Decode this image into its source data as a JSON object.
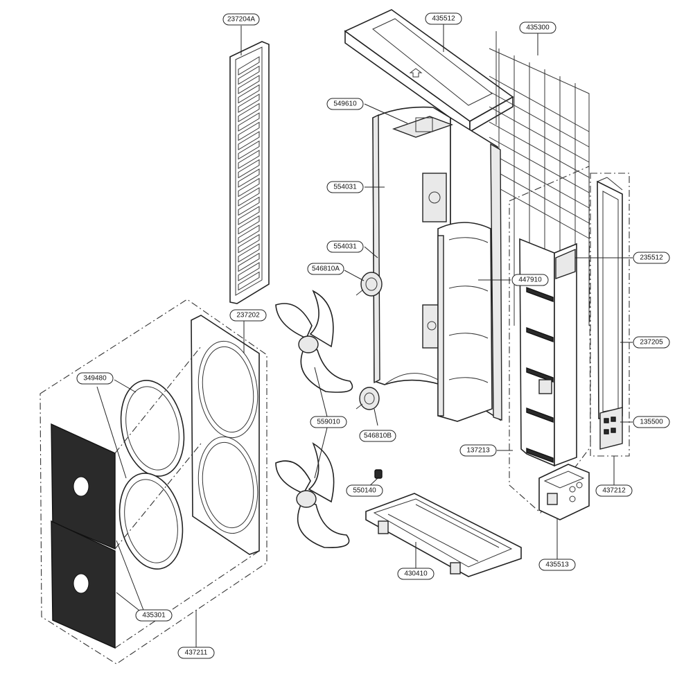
{
  "diagram": {
    "labels": [
      {
        "id": "237204A",
        "text": "237204A"
      },
      {
        "id": "435512",
        "text": "435512"
      },
      {
        "id": "435300",
        "text": "435300"
      },
      {
        "id": "549610",
        "text": "549610"
      },
      {
        "id": "554031a",
        "text": "554031"
      },
      {
        "id": "554031b",
        "text": "554031"
      },
      {
        "id": "546810A",
        "text": "546810A"
      },
      {
        "id": "447910",
        "text": "447910"
      },
      {
        "id": "235512",
        "text": "235512"
      },
      {
        "id": "237202",
        "text": "237202"
      },
      {
        "id": "237205",
        "text": "237205"
      },
      {
        "id": "349480",
        "text": "349480"
      },
      {
        "id": "135500",
        "text": "135500"
      },
      {
        "id": "559010",
        "text": "559010"
      },
      {
        "id": "546810B",
        "text": "546810B"
      },
      {
        "id": "137213",
        "text": "137213"
      },
      {
        "id": "550140",
        "text": "550140"
      },
      {
        "id": "437212",
        "text": "437212"
      },
      {
        "id": "435513",
        "text": "435513"
      },
      {
        "id": "430410",
        "text": "430410"
      },
      {
        "id": "435301",
        "text": "435301"
      },
      {
        "id": "437211",
        "text": "437211"
      }
    ]
  }
}
